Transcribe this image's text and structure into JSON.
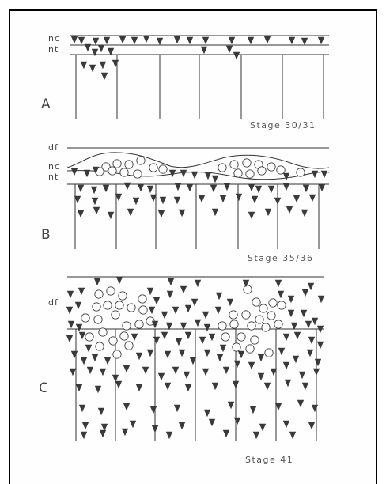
{
  "panels": [
    {
      "letter": "A",
      "stage": "Stage 30/31",
      "labels": [
        "nc",
        "nt"
      ]
    },
    {
      "letter": "B",
      "stage": "Stage 35/36",
      "labels": [
        "df",
        "nc",
        "nt"
      ]
    },
    {
      "letter": "C",
      "stage": "Stage 41",
      "labels": [
        "df"
      ]
    }
  ],
  "colors": {
    "ink": "#3a3a3a",
    "frame": "#000000",
    "background": "#ffffff"
  }
}
